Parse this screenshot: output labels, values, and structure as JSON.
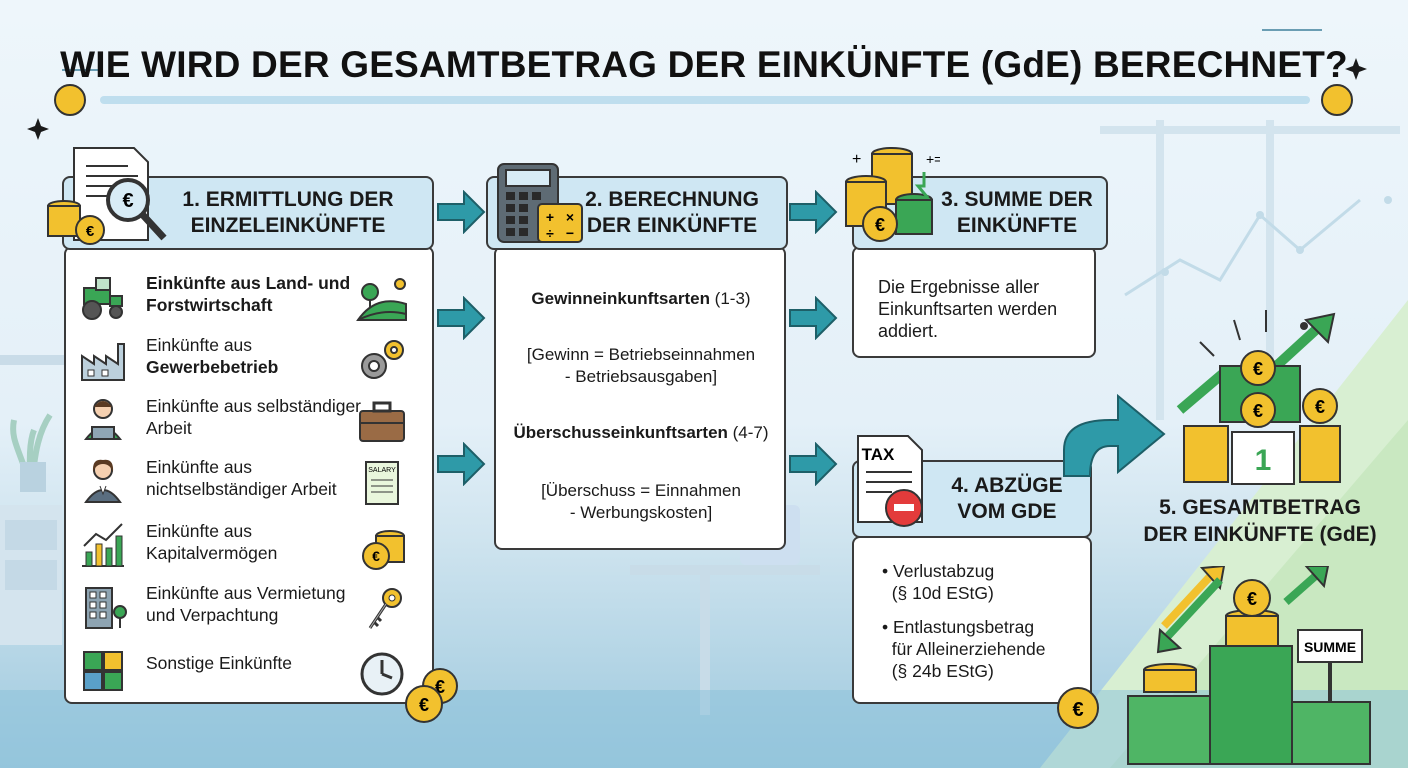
{
  "title": "WIE WIRD DER GESAMTBETRAG DER EINKÜNFTE (GdE) BERECHNET?",
  "step1": {
    "heading_line1": "1. ERMITTLUNG DER",
    "heading_line2": "EINZELEINKÜNFTE",
    "items": [
      {
        "prefix": "",
        "bold": "Einkünfte aus Land- und Forstwirtschaft",
        "icon": "tractor-icon",
        "icon2": "farm-field-icon"
      },
      {
        "prefix": "Einkünfte aus",
        "bold": "Gewerbebetrieb",
        "icon": "factory-icon",
        "icon2": "gears-icon"
      },
      {
        "prefix": "Einkünfte aus selbständiger Arbeit",
        "bold": "",
        "icon": "freelancer-laptop-icon",
        "icon2": "briefcase-icon"
      },
      {
        "prefix": "Einkünfte aus nichtselbständiger Arbeit",
        "bold": "",
        "icon": "employee-icon",
        "icon2": "salary-slip-icon"
      },
      {
        "prefix": "Einkünfte aus Kapitalvermögen",
        "bold": "",
        "icon": "bar-chart-icon",
        "icon2": "coin-stack-icon"
      },
      {
        "prefix": "Einkünfte aus Vermietung und Verpachtung",
        "bold": "",
        "icon": "building-icon",
        "icon2": "keys-icon"
      },
      {
        "prefix": "Sonstige Einkünfte",
        "bold": "",
        "icon": "puzzle-icon",
        "icon2": "clock-icon"
      }
    ],
    "salary_label": "SALARY"
  },
  "step2": {
    "heading_line1": "2. BERECHNUNG",
    "heading_line2": "DER EINKÜNFTE",
    "gewinn_title": "Gewinneinkunftsarten",
    "gewinn_range": " (1-3)",
    "gewinn_line1": "[Gewinn = Betriebseinnahmen",
    "gewinn_line2": "- Betriebsausgaben]",
    "ueber_title": "Überschusseinkunftsarten",
    "ueber_range": " (4-7)",
    "ueber_line1": "[Überschuss = Einnahmen",
    "ueber_line2": "- Werbungskosten]"
  },
  "step3": {
    "heading_line1": "3. SUMME DER",
    "heading_line2": "EINKÜNFTE",
    "text_line1": "Die Ergebnisse aller",
    "text_line2": "Einkunftsarten werden",
    "text_line3": "addiert."
  },
  "step4": {
    "heading_line1": "4. ABZÜGE",
    "heading_line2": "VOM GDE",
    "tax_label": "TAX",
    "items": [
      {
        "line1": "Verlustabzug",
        "line2": "(§ 10d EStG)",
        "line3": ""
      },
      {
        "line1": "Entlastungsbetrag",
        "line2": "für Alleinerziehende",
        "line3": "(§ 24b EStG)"
      }
    ]
  },
  "step5": {
    "line1": "5. GESAMTBETRAG",
    "line2": "DER EINKÜNFTE (GdE)",
    "podium_number": "1",
    "sign_label": "SUMME"
  },
  "colors": {
    "header_fill": "#cfe7f3",
    "arrow_teal": "#2e9aa8",
    "coin_gold": "#f2c12e",
    "green": "#3aa655"
  }
}
